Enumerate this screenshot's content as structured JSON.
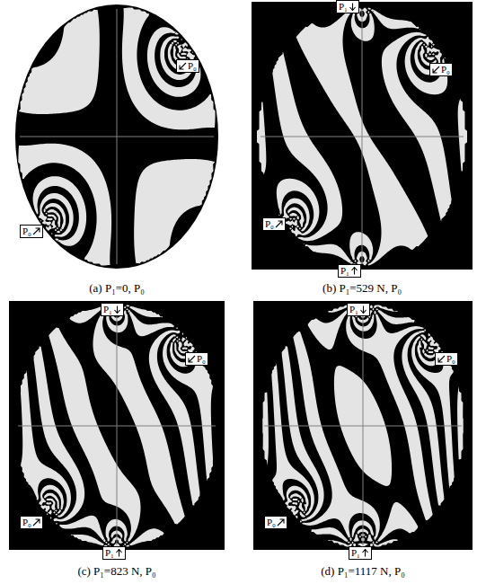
{
  "diagram": {
    "nodes": [
      {
        "text": [
          "P₀"
        ]
      },
      {
        "text": [
          "P₀"
        ]
      },
      {
        "text": [
          "P₁"
        ]
      },
      {
        "text": [
          "P₀"
        ]
      },
      {
        "text": [
          "P₀"
        ]
      },
      {
        "text": [
          "P₁"
        ]
      },
      {
        "text": [
          "P₁"
        ]
      },
      {
        "text": [
          "P₀"
        ]
      },
      {
        "text": [
          "P₀"
        ]
      },
      {
        "text": [
          "P₁"
        ]
      },
      {
        "text": [
          "P₁"
        ]
      },
      {
        "text": [
          "P₀"
        ]
      },
      {
        "text": [
          "P₀"
        ]
      },
      {
        "text": [
          "P₁"
        ]
      }
    ],
    "labels": [
      "(a) P₁=0, P₀",
      "(b) P₁=529 N, P₀",
      "(c) P₁=823 N, P₀",
      "(d) P₁=1117 N, P₀"
    ]
  }
}
